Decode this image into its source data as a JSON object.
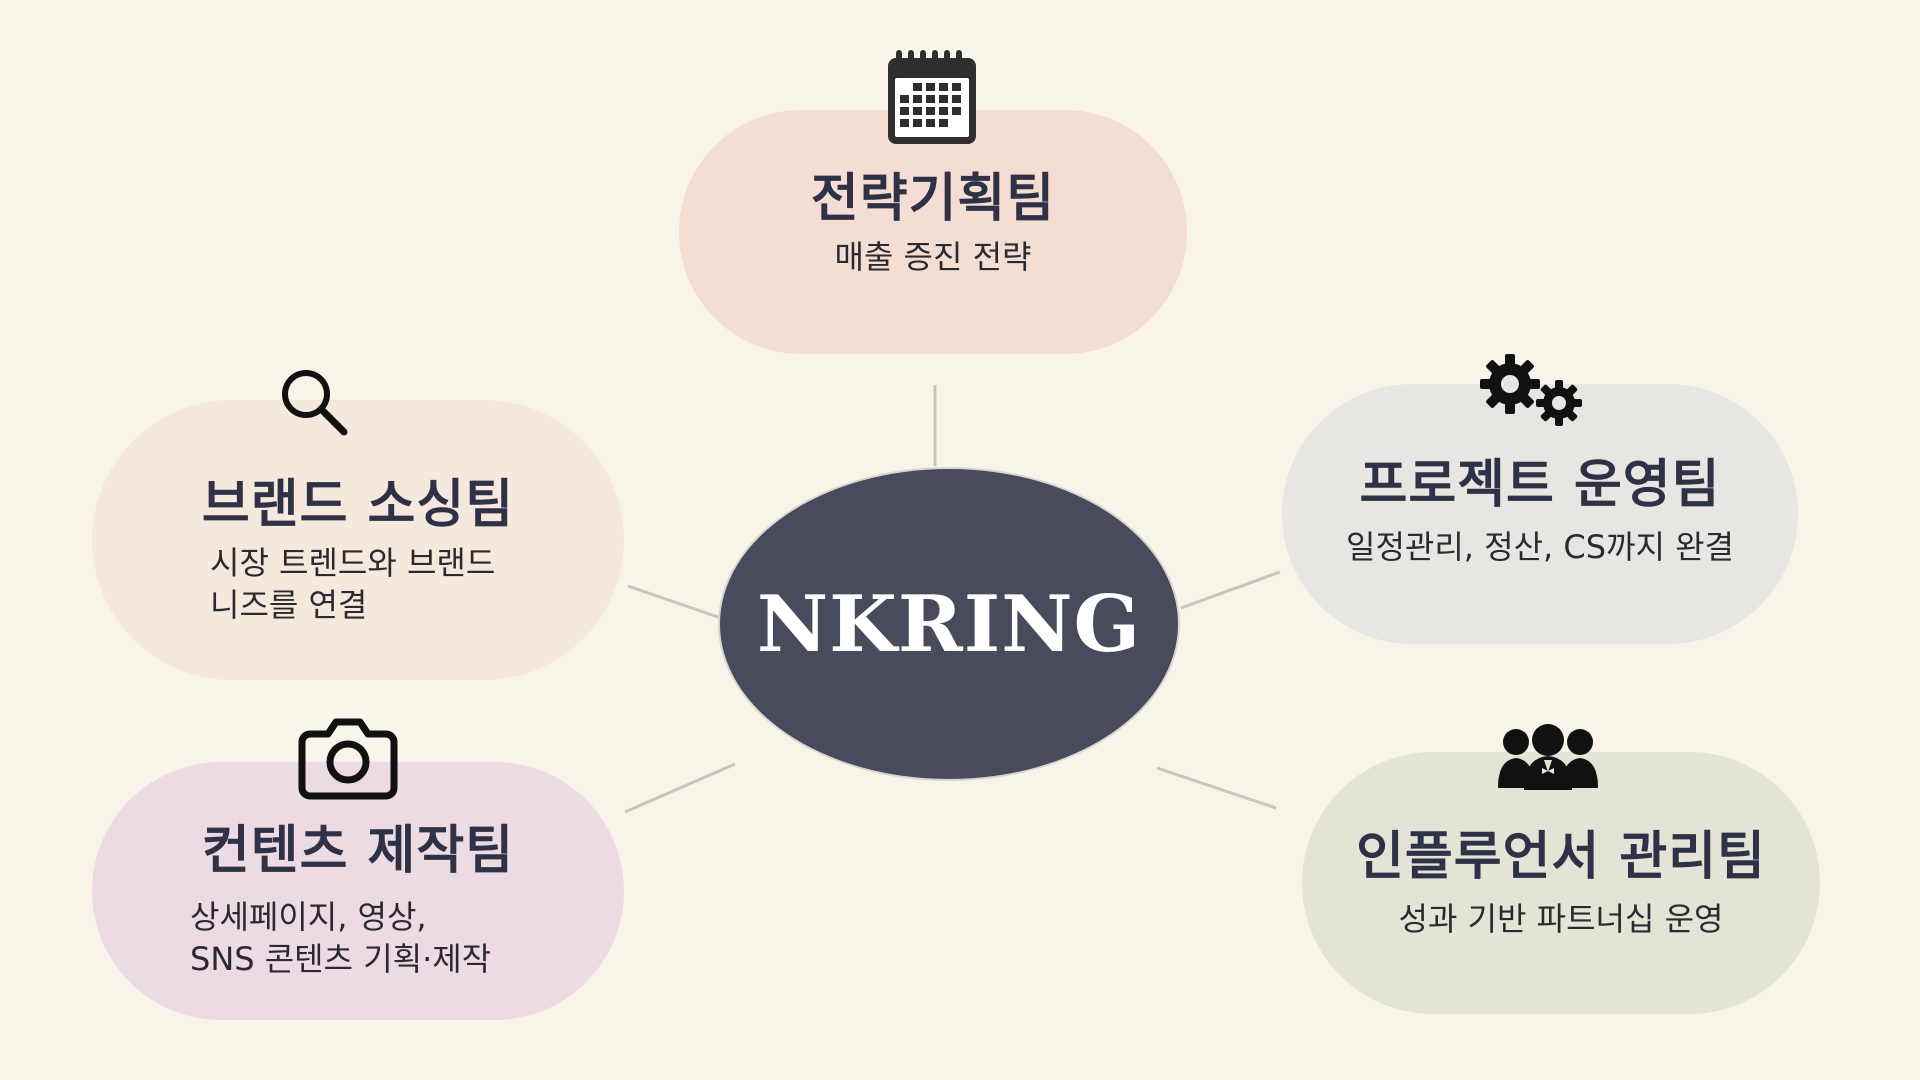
{
  "center": {
    "label": "NKRING",
    "color": "#484b5b"
  },
  "line_color": "#c8c4bc",
  "nodes": [
    {
      "id": "strategy",
      "title": "전략기획팀",
      "desc": [
        "매출 증진 전략"
      ],
      "icon": "calendar-icon",
      "color": "#f4ddd2"
    },
    {
      "id": "brand",
      "title": "브랜드 소싱팀",
      "desc": [
        "시장 트렌드와 브랜드",
        "니즈를 연결"
      ],
      "icon": "search-icon",
      "color": "#f5e9dd"
    },
    {
      "id": "project",
      "title": "프로젝트 운영팀",
      "desc": [
        "일정관리, 정산, CS까지 완결"
      ],
      "icon": "gears-icon",
      "color": "#e7e6e2"
    },
    {
      "id": "content",
      "title": "컨텐츠 제작팀",
      "desc": [
        "상세페이지, 영상,",
        "SNS 콘텐츠 기획·제작"
      ],
      "icon": "camera-icon",
      "color": "#ecdbe3"
    },
    {
      "id": "influencer",
      "title": "인플루언서 관리팀",
      "desc": [
        "성과 기반 파트너십 운영"
      ],
      "icon": "people-icon",
      "color": "#e3e3d6"
    }
  ]
}
